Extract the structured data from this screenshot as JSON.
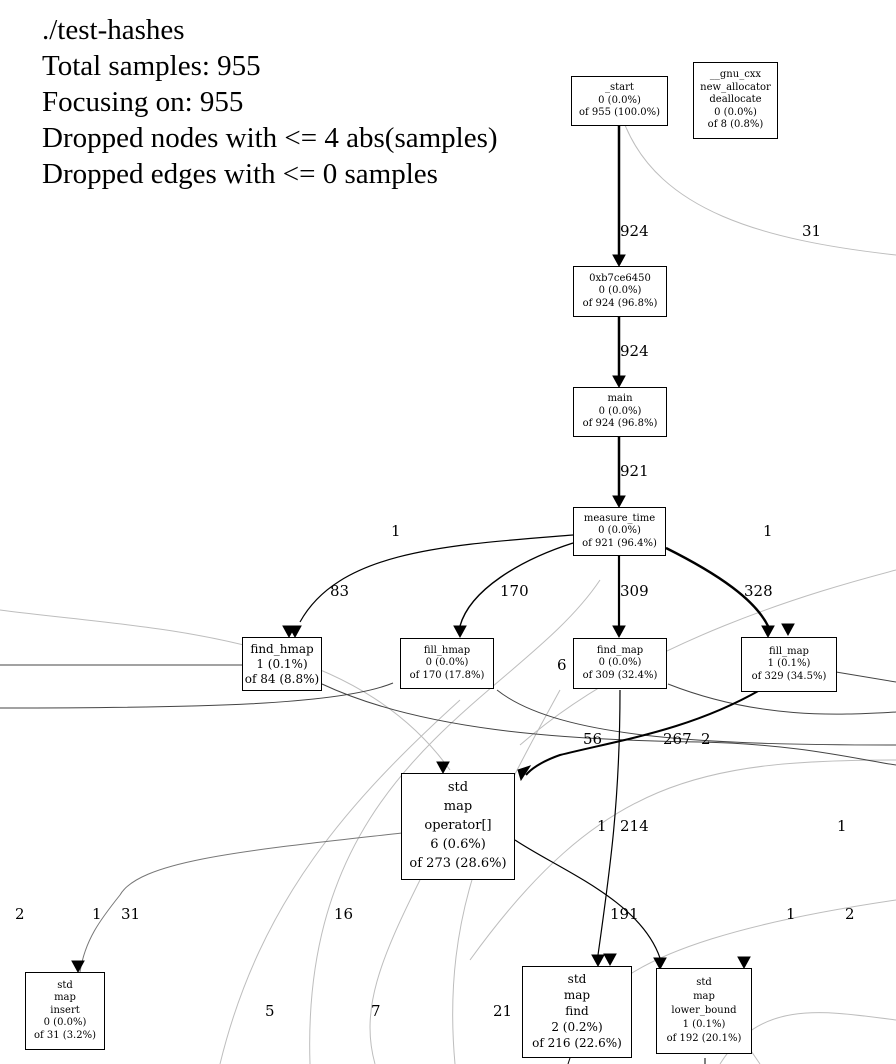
{
  "header": {
    "program": "./test-hashes",
    "total_samples": "Total samples: 955",
    "focusing": "Focusing on: 955",
    "dropped_nodes": "Dropped nodes with <= 4 abs(samples)",
    "dropped_edges": "Dropped edges with <= 0 samples"
  },
  "nodes": {
    "start": [
      "_start",
      "0 (0.0%)",
      "of 955 (100.0%)"
    ],
    "gnu_cxx": [
      "__gnu_cxx",
      "new_allocator",
      "deallocate",
      "0 (0.0%)",
      "of 8 (0.8%)"
    ],
    "addr": [
      "0xb7ce6450",
      "0 (0.0%)",
      "of 924 (96.8%)"
    ],
    "main": [
      "main",
      "0 (0.0%)",
      "of 924 (96.8%)"
    ],
    "measure_time": [
      "measure_time",
      "0 (0.0%)",
      "of 921 (96.4%)"
    ],
    "find_hmap": [
      "find_hmap",
      "1 (0.1%)",
      "of 84 (8.8%)"
    ],
    "fill_hmap": [
      "fill_hmap",
      "0 (0.0%)",
      "of 170 (17.8%)"
    ],
    "find_map": [
      "find_map",
      "0 (0.0%)",
      "of 309 (32.4%)"
    ],
    "fill_map": [
      "fill_map",
      "1 (0.1%)",
      "of 329 (34.5%)"
    ],
    "map_operator": [
      "std",
      "map",
      "operator[]",
      "6 (0.6%)",
      "of 273 (28.6%)"
    ],
    "map_insert": [
      "std",
      "map",
      "insert",
      "0 (0.0%)",
      "of 31 (3.2%)"
    ],
    "map_find": [
      "std",
      "map",
      "find",
      "2 (0.2%)",
      "of 216 (22.6%)"
    ],
    "map_lower_bound": [
      "std",
      "map",
      "lower_bound",
      "1 (0.1%)",
      "of 192 (20.1%)"
    ]
  },
  "edge_labels": {
    "start_addr": "924",
    "start_offright": "31",
    "addr_main": "924",
    "main_measure": "921",
    "measure_left_1": "1",
    "measure_right_1": "1",
    "measure_find_hmap": "83",
    "measure_fill_hmap": "170",
    "measure_find_map": "309",
    "measure_fill_map": "328",
    "find_map_6": "6",
    "fill_map_operator": "267",
    "lbl_56": "56",
    "lbl_2_mid": "2",
    "operator_1": "1",
    "find_map_find": "214",
    "lbl_1_right": "1",
    "lbl_2_left": "2",
    "lbl_1_left": "1",
    "operator_insert": "31",
    "lbl_16": "16",
    "operator_lower_bound": "191",
    "lbl_1_far_right": "1",
    "lbl_2_far_right": "2",
    "lbl_5": "5",
    "lbl_7": "7",
    "lbl_21": "21"
  }
}
